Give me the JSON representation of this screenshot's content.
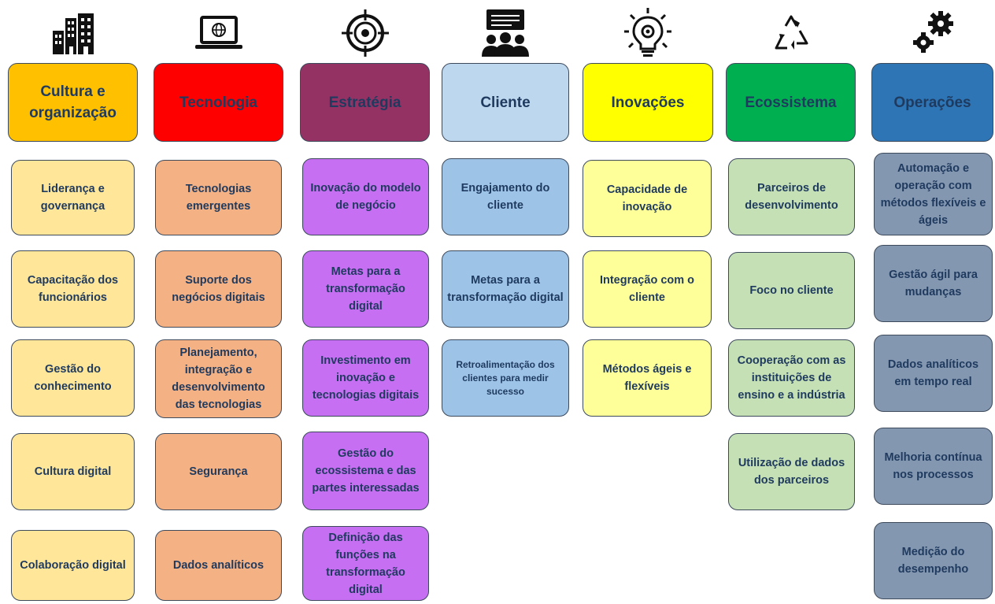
{
  "columns": [
    {
      "key": "cultura",
      "title": "Cultura e organização",
      "icon": "buildings-icon",
      "header_color": "#ffc000",
      "card_color": "#ffe699",
      "items": [
        "Liderança e governança",
        "Capacitação dos funcionários",
        "Gestão do conhecimento",
        "Cultura digital",
        "Colaboração digital"
      ]
    },
    {
      "key": "tecnologia",
      "title": "Tecnologia",
      "icon": "laptop-globe-icon",
      "header_color": "#ff0000",
      "card_color": "#f4b183",
      "items": [
        "Tecnologias emergentes",
        "Suporte dos negócios digitais",
        "Planejamento, integração e desenvolvimento das tecnologias",
        "Segurança",
        "Dados analíticos"
      ]
    },
    {
      "key": "estrategia",
      "title": "Estratégia",
      "icon": "target-icon",
      "header_color": "#943264",
      "card_color": "#c66ff2",
      "items": [
        "Inovação do modelo de negócio",
        "Metas para a transformação digital",
        "Investimento em inovação e tecnologias digitais",
        "Gestão do ecossistema e das partes interessadas",
        "Definição das funções na transformação digital"
      ]
    },
    {
      "key": "cliente",
      "title": "Cliente",
      "icon": "presentation-audience-icon",
      "header_color": "#bdd7ee",
      "card_color": "#9dc3e6",
      "items": [
        "Engajamento do cliente",
        "Metas para a transformação digital",
        "Retroalimentação dos clientes para medir sucesso"
      ]
    },
    {
      "key": "inovacoes",
      "title": "Inovações",
      "icon": "lightbulb-gear-icon",
      "header_color": "#ffff00",
      "card_color": "#ffff99",
      "items": [
        "Capacidade de inovação",
        "Integração com o cliente",
        "Métodos ágeis e flexíveis"
      ]
    },
    {
      "key": "ecossistema",
      "title": "Ecossistema",
      "icon": "recycle-icon",
      "header_color": "#00b050",
      "card_color": "#c5e0b4",
      "items": [
        "Parceiros de desenvolvimento",
        "Foco no cliente",
        "Cooperação com as instituições de ensino e a indústria",
        "Utilização de dados dos parceiros"
      ]
    },
    {
      "key": "operacoes",
      "title": "Operações",
      "icon": "gears-icon",
      "header_color": "#2e75b6",
      "card_color": "#8497b0",
      "items": [
        "Automação e operação com métodos flexíveis e ágeis",
        "Gestão ágil para mudanças",
        "Dados analíticos em tempo real",
        "Melhoria contínua nos processos",
        "Medição do desempenho"
      ]
    }
  ]
}
